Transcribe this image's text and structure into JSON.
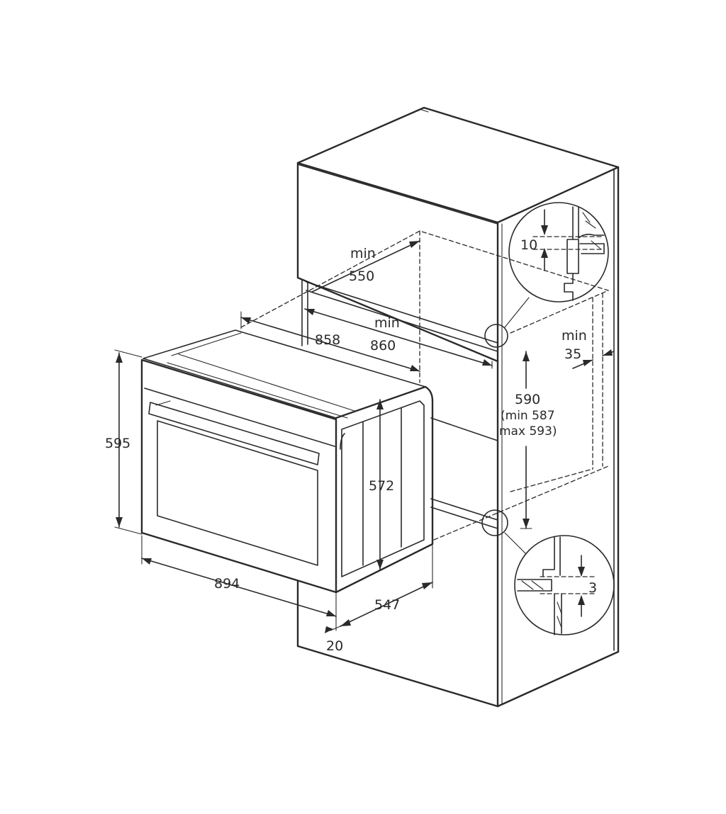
{
  "dimensions": {
    "top_min": "min",
    "top_550": "550",
    "top_858": "858",
    "top_min2": "min",
    "top_860": "860",
    "cabinet_590": "590",
    "cabinet_min587": "(min 587",
    "cabinet_max593": "max 593)",
    "side_min": "min",
    "side_35": "35",
    "height_595": "595",
    "inner_572": "572",
    "width_894": "894",
    "depth_547": "547",
    "front_20": "20",
    "detail_10": "10",
    "detail_3": "3"
  },
  "colors": {
    "line": "#2a2a2a",
    "background": "#ffffff"
  }
}
